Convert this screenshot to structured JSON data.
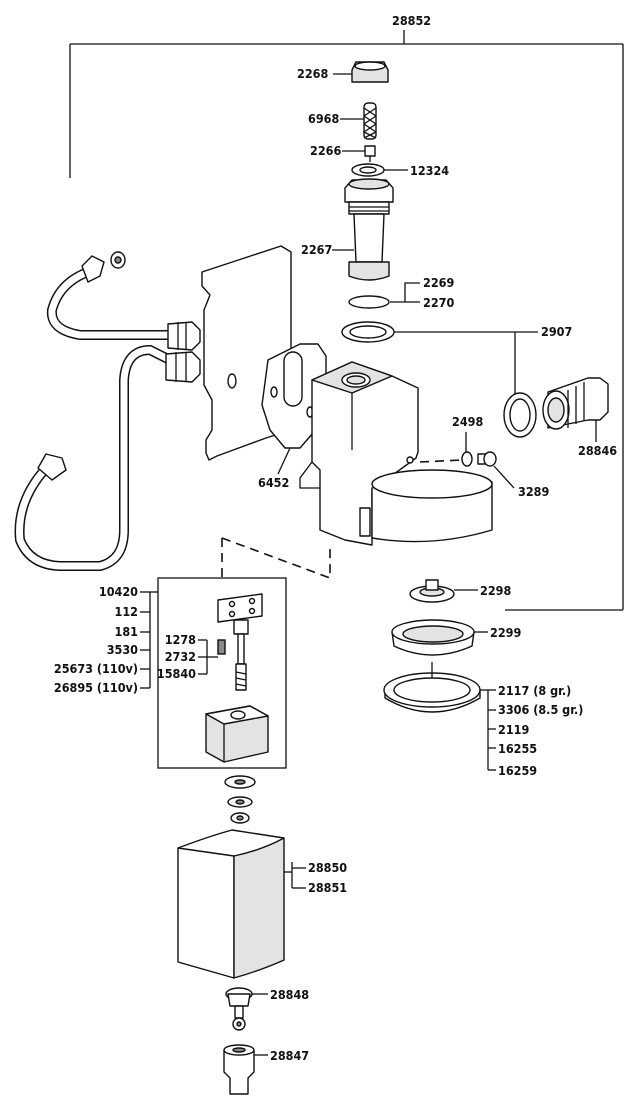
{
  "diagram": {
    "assembly_number": "28852",
    "labels": {
      "p2268": "2268",
      "p6968": "6968",
      "p2266": "2266",
      "p12324": "12324",
      "p2267": "2267",
      "p2269": "2269",
      "p2270": "2270",
      "p2907": "2907",
      "p28846": "28846",
      "p2498": "2498",
      "p3289": "3289",
      "p6452": "6452",
      "p2298": "2298",
      "p2299": "2299",
      "p10420": "10420",
      "p112": "112",
      "p181": "181",
      "p3530": "3530",
      "p25673": "25673 (110v)",
      "p26895": "26895 (110v)",
      "p1278": "1278",
      "p2732": "2732",
      "p15840": "15840",
      "p2117": "2117 (8 gr.)",
      "p3306": "3306 (8.5 gr.)",
      "p2119": "2119",
      "p16255": "16255",
      "p16259": "16259",
      "p28850": "28850",
      "p28851": "28851",
      "p28848": "28848",
      "p28847": "28847"
    }
  }
}
